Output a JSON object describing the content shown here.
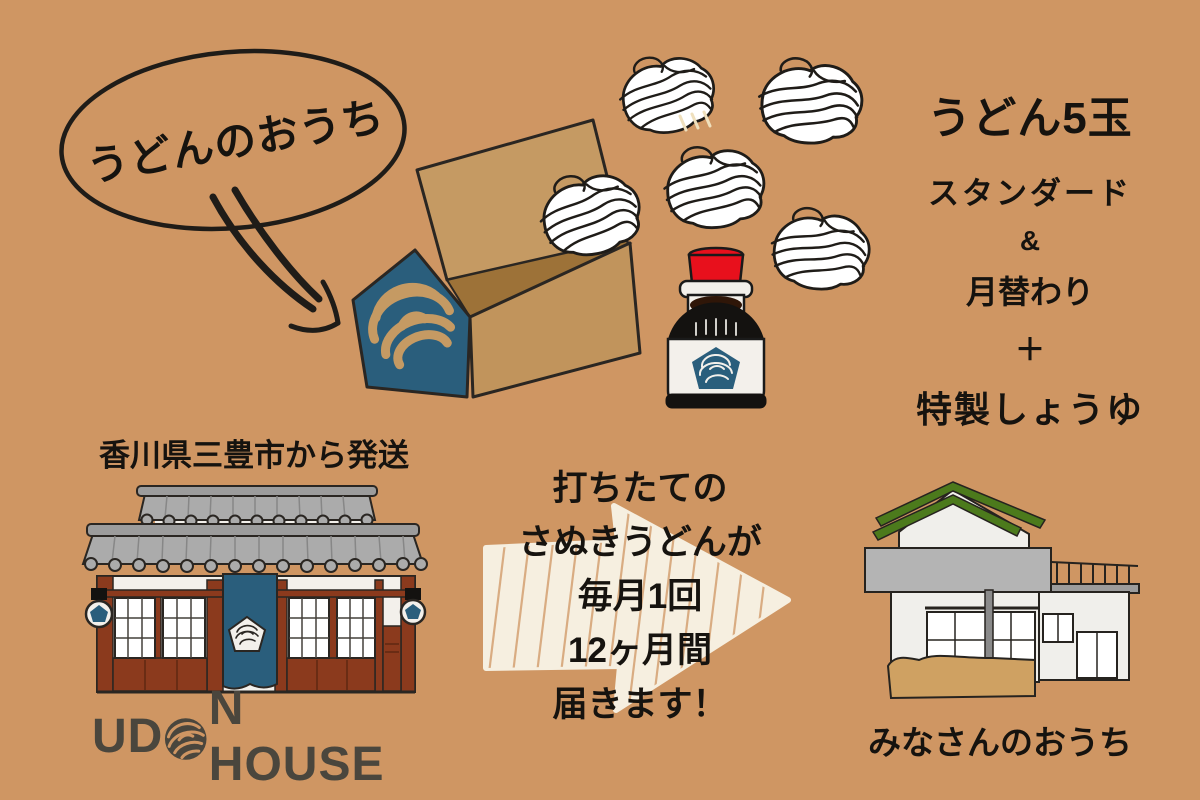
{
  "bubble": {
    "label": "うどんのおうち"
  },
  "product": {
    "title": "うどん5玉",
    "line_standard": "スタンダード",
    "amp": "&",
    "line_monthly": "月替わり",
    "plus": "＋",
    "line_soy": "特製しょうゆ"
  },
  "origin": {
    "caption": "香川県三豊市から発送"
  },
  "brand": {
    "part1": "UD",
    "part2": "N HOUSE"
  },
  "delivery": {
    "lines": [
      "打ちたての",
      "さぬきうどんが",
      "毎月1回",
      "12ヶ月間",
      "届きます！"
    ]
  },
  "destination": {
    "caption": "みなさんのおうち"
  },
  "icons": {
    "bubble_arrow": "curved-double-arrow",
    "delivery_arrow": "scribble-arrow-right",
    "brand_o": "udon-swirl-ball"
  },
  "colors": {
    "background": "#cf9663",
    "ink": "#1f1c18",
    "accent_blue": "#2a5e7c",
    "cardboard": "#c59a63",
    "cardboard_front": "#c1945c",
    "cardboard_inner": "#9d7238",
    "cream": "#f6efe0",
    "wall_white": "#f3f0eb",
    "wood_brown": "#8b3a1d",
    "roof_gray": "#ababab",
    "leaf_green": "#4c7a1c",
    "cap_red": "#e8101c",
    "brand_text": "#4a463d",
    "ground_tan": "#cfa162"
  }
}
